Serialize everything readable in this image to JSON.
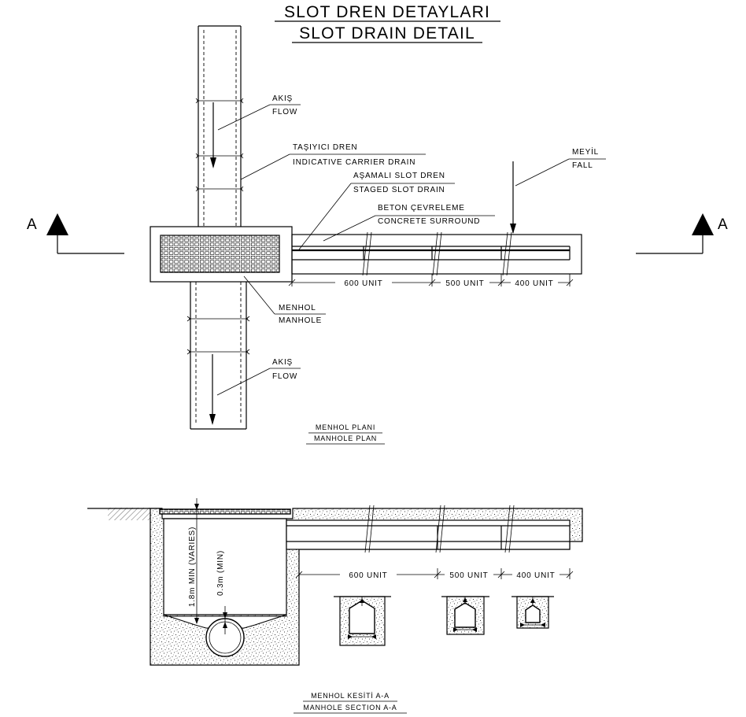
{
  "title": {
    "line1": "SLOT DREN DETAYLARI",
    "line2": "SLOT DRAIN DETAIL"
  },
  "plan": {
    "flow_top": {
      "tr": "AKIŞ",
      "en": "FLOW"
    },
    "flow_bottom": {
      "tr": "AKIŞ",
      "en": "FLOW"
    },
    "carrier": {
      "tr": "TAŞIYICI DREN",
      "en": "INDICATIVE CARRIER DRAIN"
    },
    "staged": {
      "tr": "AŞAMALI SLOT DREN",
      "en": "STAGED SLOT DRAIN"
    },
    "concrete": {
      "tr": "BETON ÇEVRELEME",
      "en": "CONCRETE SURROUND"
    },
    "fall": {
      "tr": "MEYİL",
      "en": "FALL"
    },
    "manhole": {
      "tr": "MENHOL",
      "en": "MANHOLE"
    },
    "section_mark_left": "A",
    "section_mark_right": "A",
    "dimensions": [
      "600 UNIT",
      "500 UNIT",
      "400 UNIT"
    ],
    "caption": {
      "tr": "MENHOL PLANI",
      "en": "MANHOLE PLAN"
    }
  },
  "section": {
    "depth_label": "1.8m MIN (VARIES)",
    "cover_label": "0.3m (MIN)",
    "dimensions": [
      "600 UNIT",
      "500 UNIT",
      "400 UNIT"
    ],
    "caption": {
      "tr": "MENHOL KESİTİ A-A",
      "en": "MANHOLE SECTION A-A"
    }
  }
}
